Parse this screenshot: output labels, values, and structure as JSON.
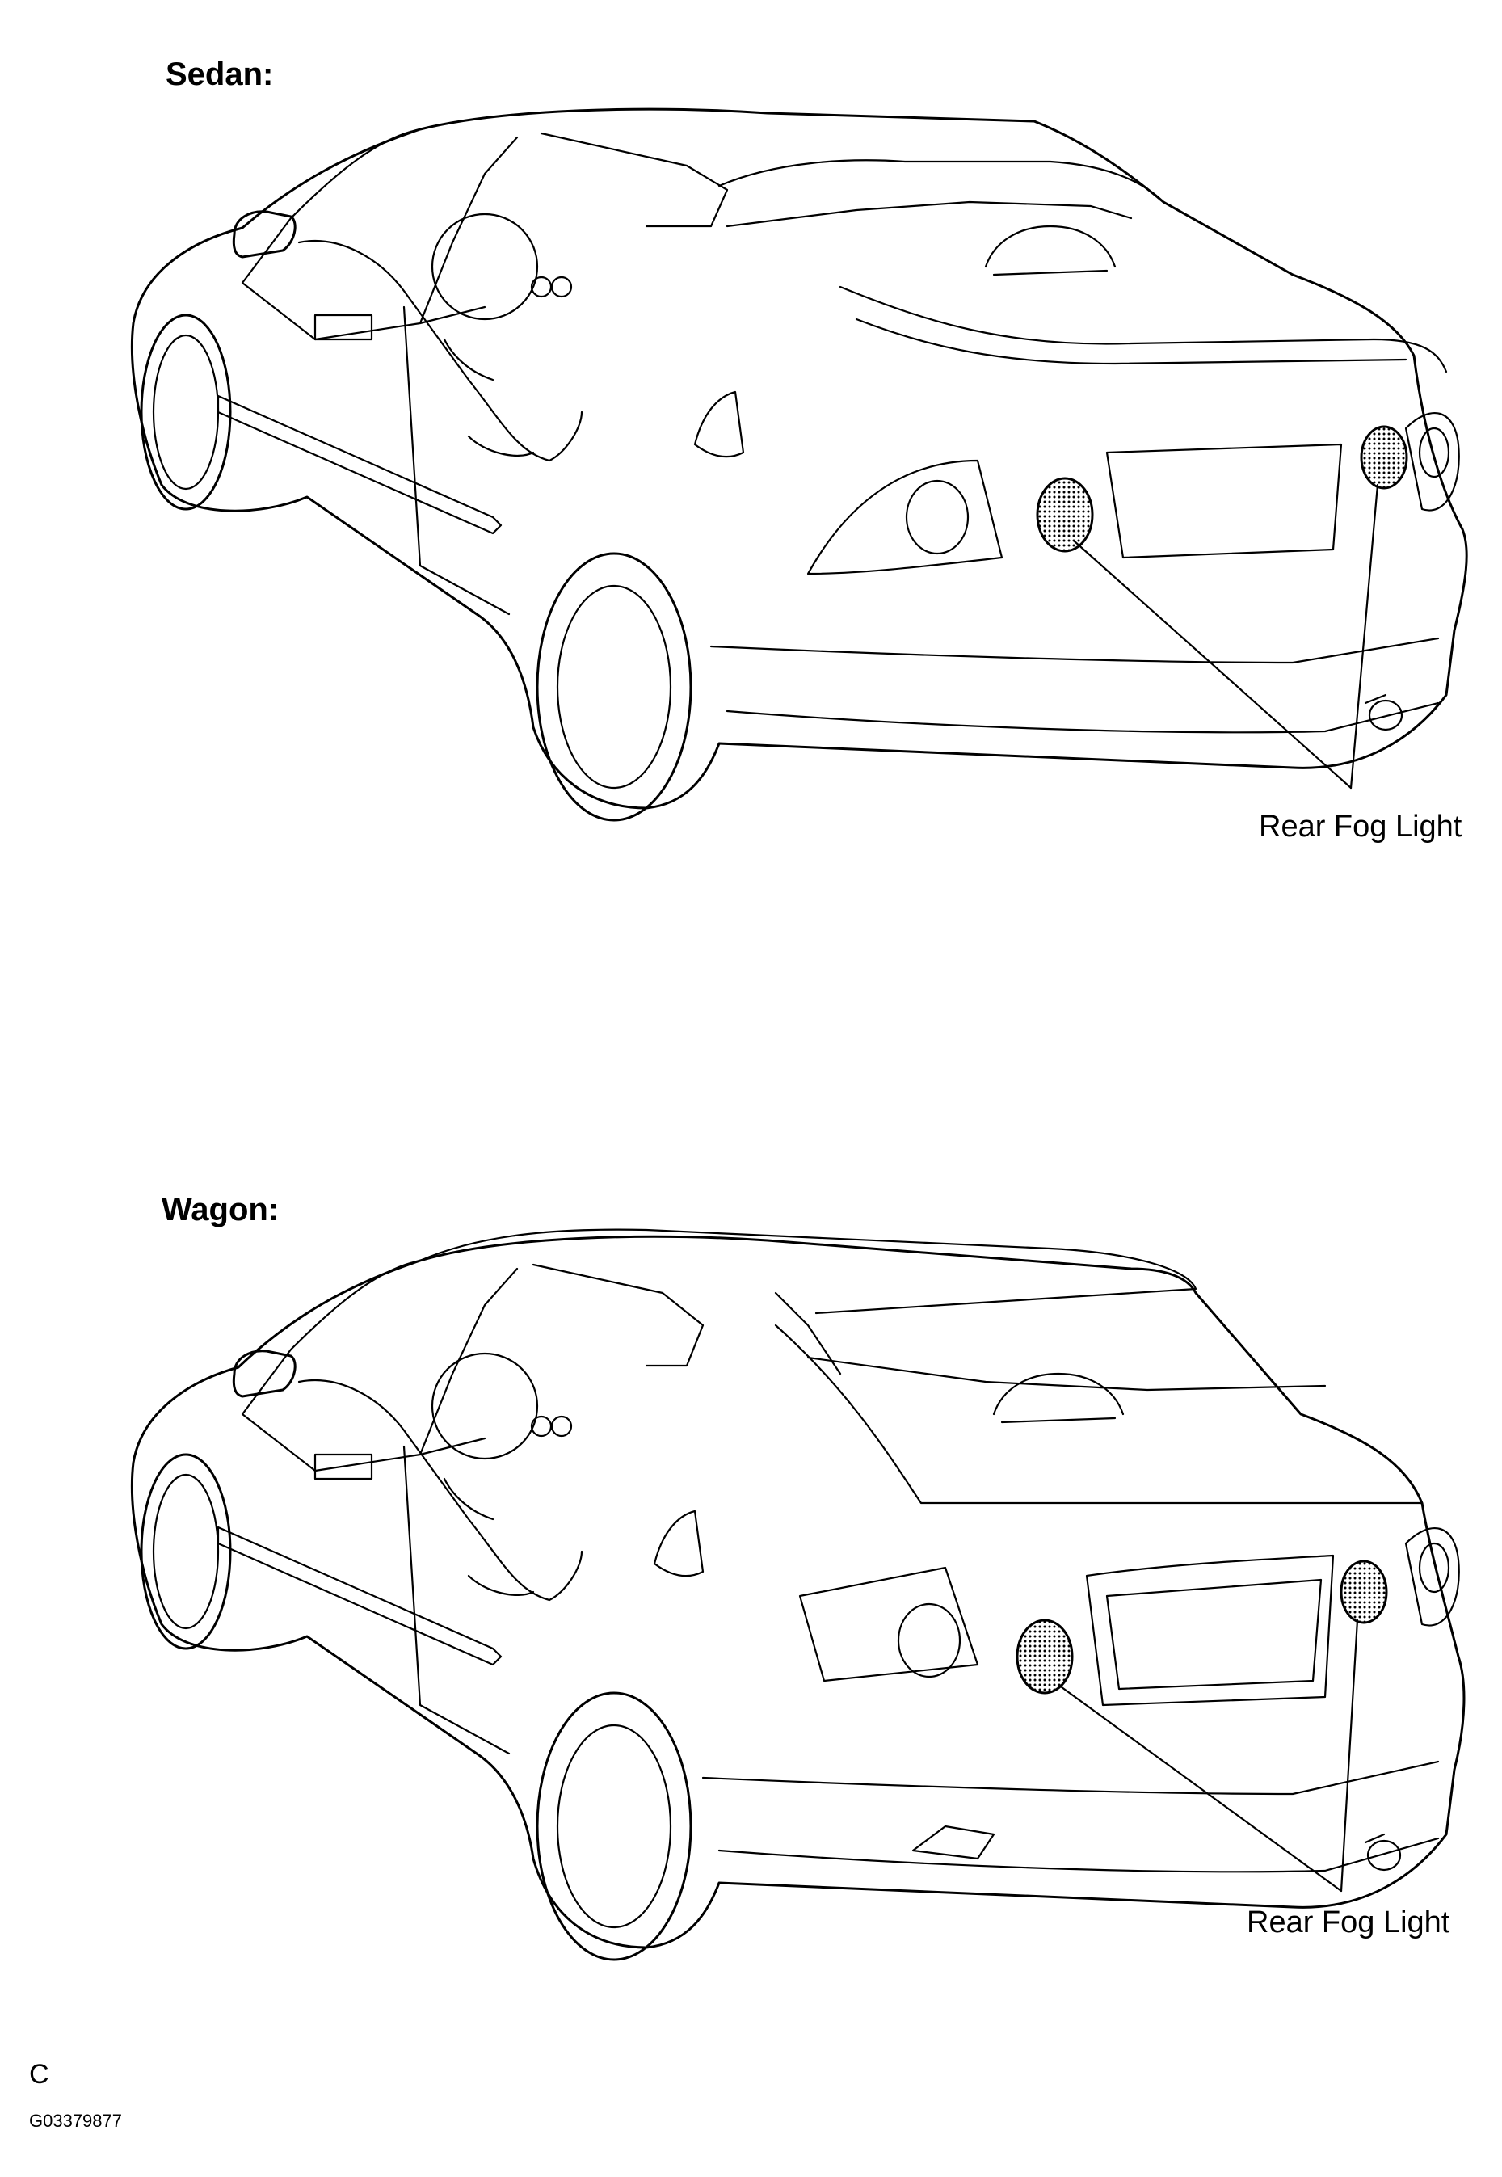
{
  "sedan": {
    "heading": "Sedan:",
    "callout": "Rear Fog Light"
  },
  "wagon": {
    "heading": "Wagon:",
    "callout": "Rear Fog Light"
  },
  "footer": {
    "code": "C",
    "figure_id": "G03379877"
  },
  "colors": {
    "line": "#000000",
    "background": "#ffffff"
  }
}
